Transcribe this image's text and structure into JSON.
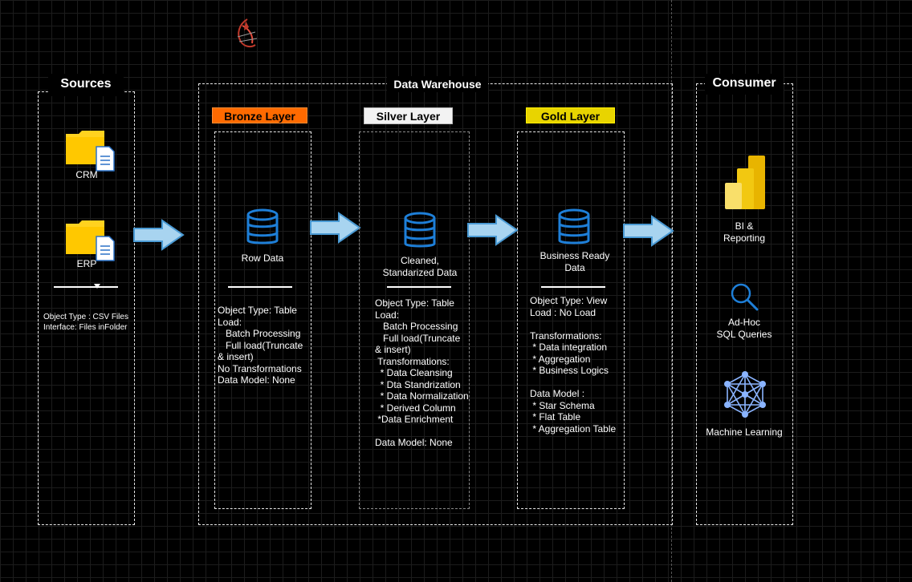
{
  "sources": {
    "title": "Sources",
    "items": [
      {
        "label": "CRM",
        "icon": "folder-file-icon"
      },
      {
        "label": "ERP",
        "icon": "folder-file-icon"
      }
    ],
    "info": "Object Type : CSV Files\nInterface: Files inFolder"
  },
  "warehouse": {
    "title": "Data Warehouse",
    "layers": [
      {
        "tag": "Bronze Layer",
        "tag_bg": "#ff6a00",
        "tag_color": "#000000",
        "db_label": "Row Data",
        "details": "Object Type: Table\nLoad:\n   Batch Processing\n   Full load(Truncate\n& insert)\nNo Transformations\nData Model: None"
      },
      {
        "tag": "Silver Layer",
        "tag_bg": "#f2f2f2",
        "tag_color": "#000000",
        "db_label": "Cleaned,\nStandarized Data",
        "details": "Object Type: Table\nLoad:\n   Batch Processing\n   Full load(Truncate\n& insert)\n Transformations:\n  * Data Cleansing\n  * Dta Standrization\n  * Data Normalization\n  * Derived Column\n *Data Enrichment\n\nData Model: None"
      },
      {
        "tag": "Gold Layer",
        "tag_bg": "#e8d400",
        "tag_color": "#000000",
        "db_label": "Business Ready\nData",
        "details": "Object Type: View\nLoad : No Load\n\nTransformations:\n * Data integration\n * Aggregation\n * Business Logics\n\nData Model :\n * Star Schema\n * Flat Table\n * Aggregation Table"
      }
    ]
  },
  "consumer": {
    "title": "Consumer",
    "items": [
      {
        "label": "BI &\nReporting",
        "icon": "power-bi-icon"
      },
      {
        "label": "Ad-Hoc\nSQL Queries",
        "icon": "search-icon"
      },
      {
        "label": "Machine Learning",
        "icon": "neural-network-icon"
      }
    ]
  },
  "colors": {
    "arrow_fill": "#a8d4f0",
    "arrow_stroke": "#4a9ad4",
    "db_icon": "#1e7fd8",
    "folder": "#ffd21f"
  }
}
